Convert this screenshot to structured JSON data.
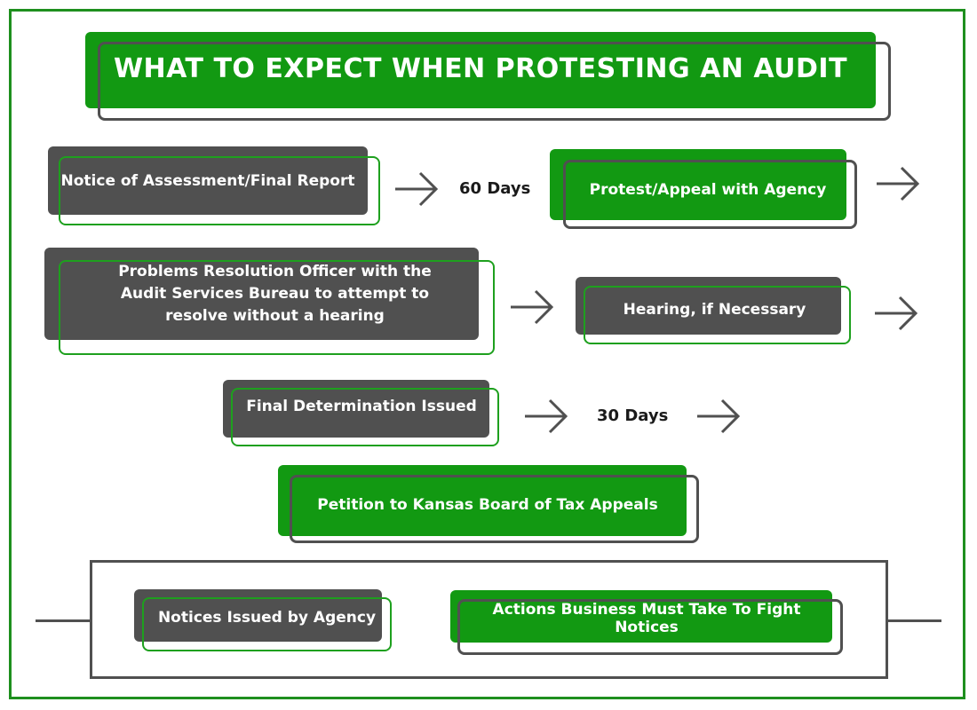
{
  "title": "WHAT TO EXPECT WHEN PROTESTING AN AUDIT",
  "steps": {
    "notice": "Notice of Assessment/Final Report",
    "protest": "Protest/Appeal with Agency",
    "pro_line1": "Problems Resolution Officer with the",
    "pro_line2": "Audit Services Bureau to attempt to",
    "pro_line3": "resolve without a hearing",
    "hearing": "Hearing, if Necessary",
    "final": "Final Determination Issued",
    "petition": "Petition to Kansas Board of Tax Appeals"
  },
  "durations": {
    "first": "60 Days",
    "second": "30 Days"
  },
  "legend": {
    "agency": "Notices Issued by Agency",
    "business": "Actions Business Must Take To Fight Notices"
  },
  "colors": {
    "green": "#129912",
    "gray": "#505050",
    "frame": "#1e8f1e"
  }
}
